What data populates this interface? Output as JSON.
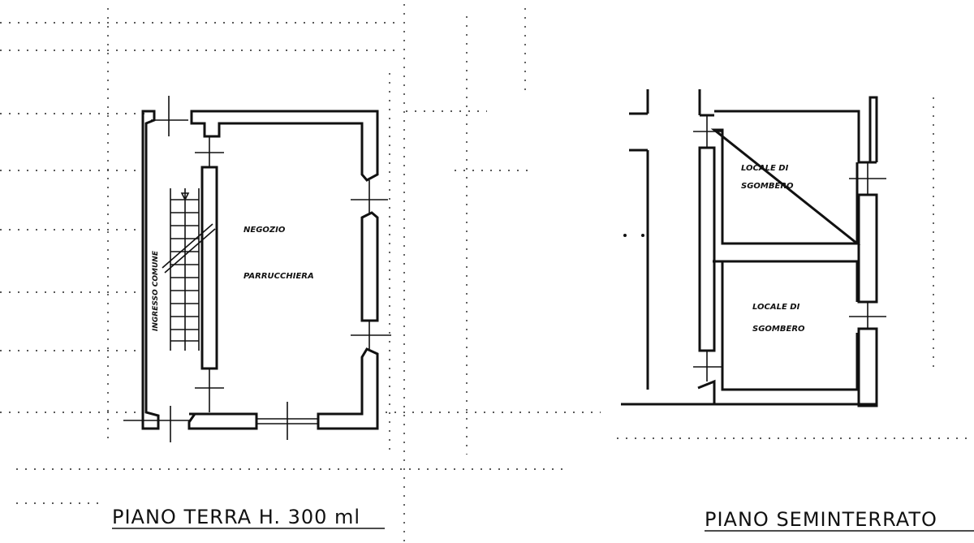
{
  "plans": {
    "ground": {
      "title": "PIANO TERRA H. 300 ml",
      "rooms": {
        "shop_name": "NEGOZIO",
        "shop_use": "PARRUCCHIERA",
        "entrance": "INGRESSO COMUNE"
      }
    },
    "basement": {
      "title": "PIANO SEMINTERRATO",
      "rooms": {
        "storage_1_line1": "LOCALE DI",
        "storage_1_line2": "SGOMBERO",
        "storage_2_line1": "LOCALE DI",
        "storage_2_line2": "SGOMBERO"
      }
    }
  }
}
